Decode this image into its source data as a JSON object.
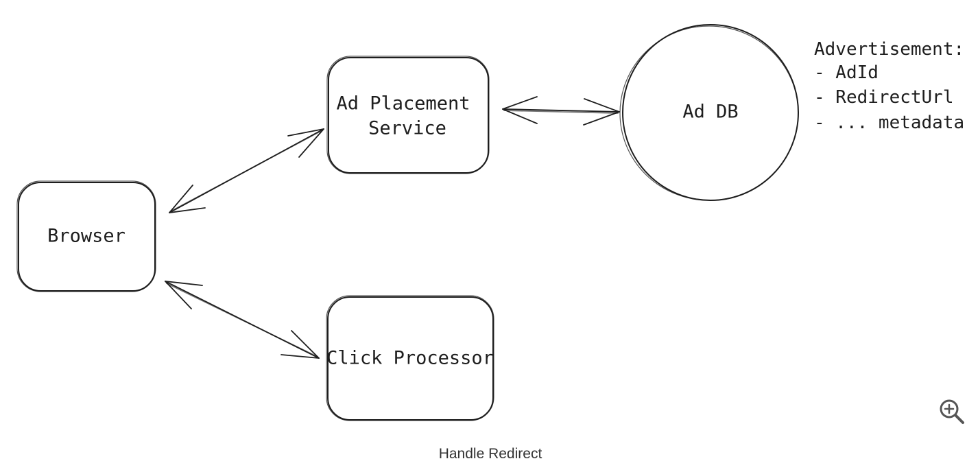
{
  "diagram": {
    "nodes": {
      "ad_placement": {
        "label_line1": "Ad Placement",
        "label_line2": "Service"
      },
      "ad_db": {
        "label": "Ad DB"
      },
      "browser": {
        "label": "Browser"
      },
      "click_processor": {
        "label": "Click Processor"
      }
    },
    "note": {
      "lines": [
        "Advertisement:",
        "- AdId",
        "- RedirectUrl",
        "- ... metadata"
      ]
    },
    "edges": [
      {
        "from": "browser",
        "to": "ad_placement",
        "bidirectional": true
      },
      {
        "from": "ad_placement",
        "to": "ad_db",
        "bidirectional": true
      },
      {
        "from": "browser",
        "to": "click_processor",
        "bidirectional": true
      }
    ]
  },
  "caption": "Handle Redirect",
  "toolbar": {
    "zoom_icon": "zoom-in-icon"
  },
  "colors": {
    "stroke": "#1e1e1e",
    "background": "#ffffff",
    "caption": "#333333"
  }
}
